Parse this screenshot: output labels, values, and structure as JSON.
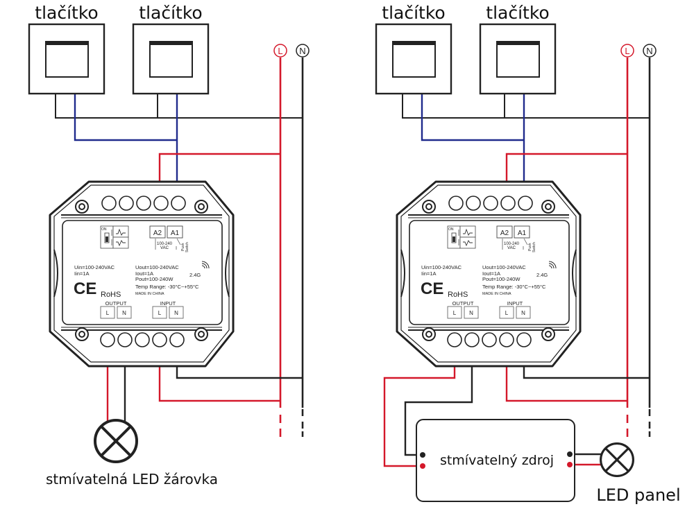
{
  "diagrams": [
    {
      "id": "left",
      "buttons": [
        {
          "label": "tlačítko"
        },
        {
          "label": "tlačítko"
        }
      ],
      "mains": {
        "live": "L",
        "neutral": "N"
      },
      "load": {
        "type": "lamp",
        "label": "stmívatelná LED žárovka"
      }
    },
    {
      "id": "right",
      "buttons": [
        {
          "label": "tlačítko"
        },
        {
          "label": "tlačítko"
        }
      ],
      "mains": {
        "live": "L",
        "neutral": "N"
      },
      "driver": {
        "label": "stmívatelný zdroj"
      },
      "load": {
        "type": "lamp",
        "label": "LED panel"
      }
    }
  ],
  "device": {
    "dip_on": "ON",
    "terminals_top": [
      "A2",
      "A1"
    ],
    "top_note_voltage": "100-240",
    "top_note_vac": "VAC",
    "top_note_push": "Push",
    "top_note_switch": "Switch",
    "uin": "Uin=100-240VAC",
    "iin": "Iin=1A",
    "uout": "Uout=100-240VAC",
    "iout": "Iout=1A",
    "pout": "Pout=100-240W",
    "temp": "Temp Range: -30°C~+55°C",
    "made": "MADE IN CHINA",
    "rf": "2.4G",
    "ce": "CE",
    "rohs": "RoHS",
    "output_label": "OUTPUT",
    "input_label": "INPUT",
    "output_terms": [
      "L",
      "N"
    ],
    "input_terms": [
      "L",
      "N"
    ]
  },
  "colors": {
    "live": "#d4182a",
    "neutral": "#222222",
    "switch_wire": "#1f2a8c",
    "outline": "#222222"
  }
}
